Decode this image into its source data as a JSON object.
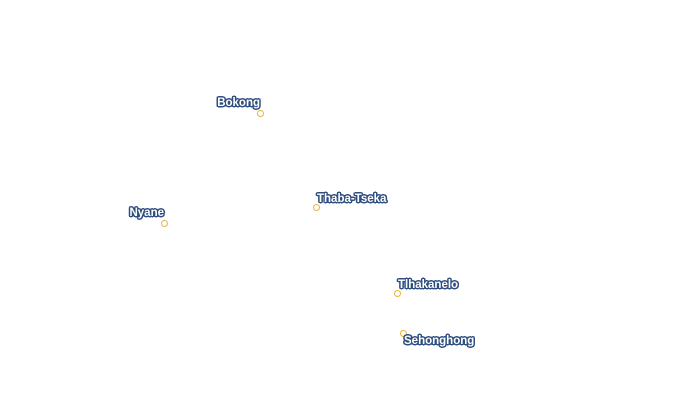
{
  "map": {
    "places": [
      {
        "id": "bokong",
        "name": "Bokong"
      },
      {
        "id": "thaba-tseka",
        "name": "Thaba-Tseka"
      },
      {
        "id": "nyane",
        "name": "Nyane"
      },
      {
        "id": "tlhakanelo",
        "name": "Tlhakanelo"
      },
      {
        "id": "sehonghong",
        "name": "Sehonghong"
      }
    ],
    "colors": {
      "marker_stroke": "#f0b23a",
      "label_halo": "#2f4f7f",
      "label_fill": "#ffffff",
      "background": "#ffffff"
    }
  }
}
